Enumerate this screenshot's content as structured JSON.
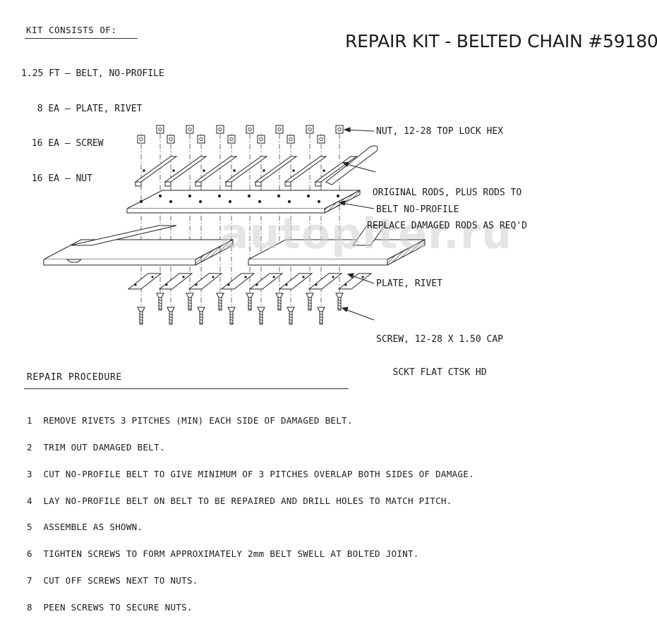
{
  "title": "REPAIR KIT - BELTED CHAIN #59180",
  "kit": {
    "heading": "KIT CONSISTS OF:",
    "items": [
      {
        "qty": "1.25 FT",
        "desc": "BELT, NO-PROFILE"
      },
      {
        "qty": "8 EA",
        "desc": "PLATE, RIVET"
      },
      {
        "qty": "16 EA",
        "desc": "SCREW"
      },
      {
        "qty": "16 EA",
        "desc": "NUT"
      }
    ]
  },
  "callouts": {
    "nut": "NUT, 12-28 TOP LOCK HEX",
    "rods_1": "ORIGINAL RODS, PLUS RODS TO",
    "rods_2": "REPLACE DAMAGED RODS AS REQ'D",
    "belt": "BELT NO-PROFILE",
    "plate": "PLATE, RIVET",
    "screw_1": "SCREW, 12-28 X 1.50 CAP",
    "screw_2": "SCKT FLAT CTSK HD"
  },
  "watermark": "autopiter.ru",
  "procedure": {
    "heading": "REPAIR PROCEDURE",
    "steps": [
      "1  REMOVE RIVETS 3 PITCHES (MIN) EACH SIDE OF DAMAGED BELT.",
      "2  TRIM OUT DAMAGED BELT.",
      "3  CUT NO-PROFILE BELT TO GIVE MINIMUM OF 3 PITCHES OVERLAP BOTH SIDES OF DAMAGE.",
      "4  LAY NO-PROFILE BELT ON BELT TO BE REPAIRED AND DRILL HOLES TO MATCH PITCH.",
      "5  ASSEMBLE AS SHOWN.",
      "6  TIGHTEN SCREWS TO FORM APPROXIMATELY 2mm BELT SWELL AT BOLTED JOINT.",
      "7  CUT OFF SCREWS NEXT TO NUTS.",
      "8  PEEN SCREWS TO SECURE NUTS."
    ]
  }
}
